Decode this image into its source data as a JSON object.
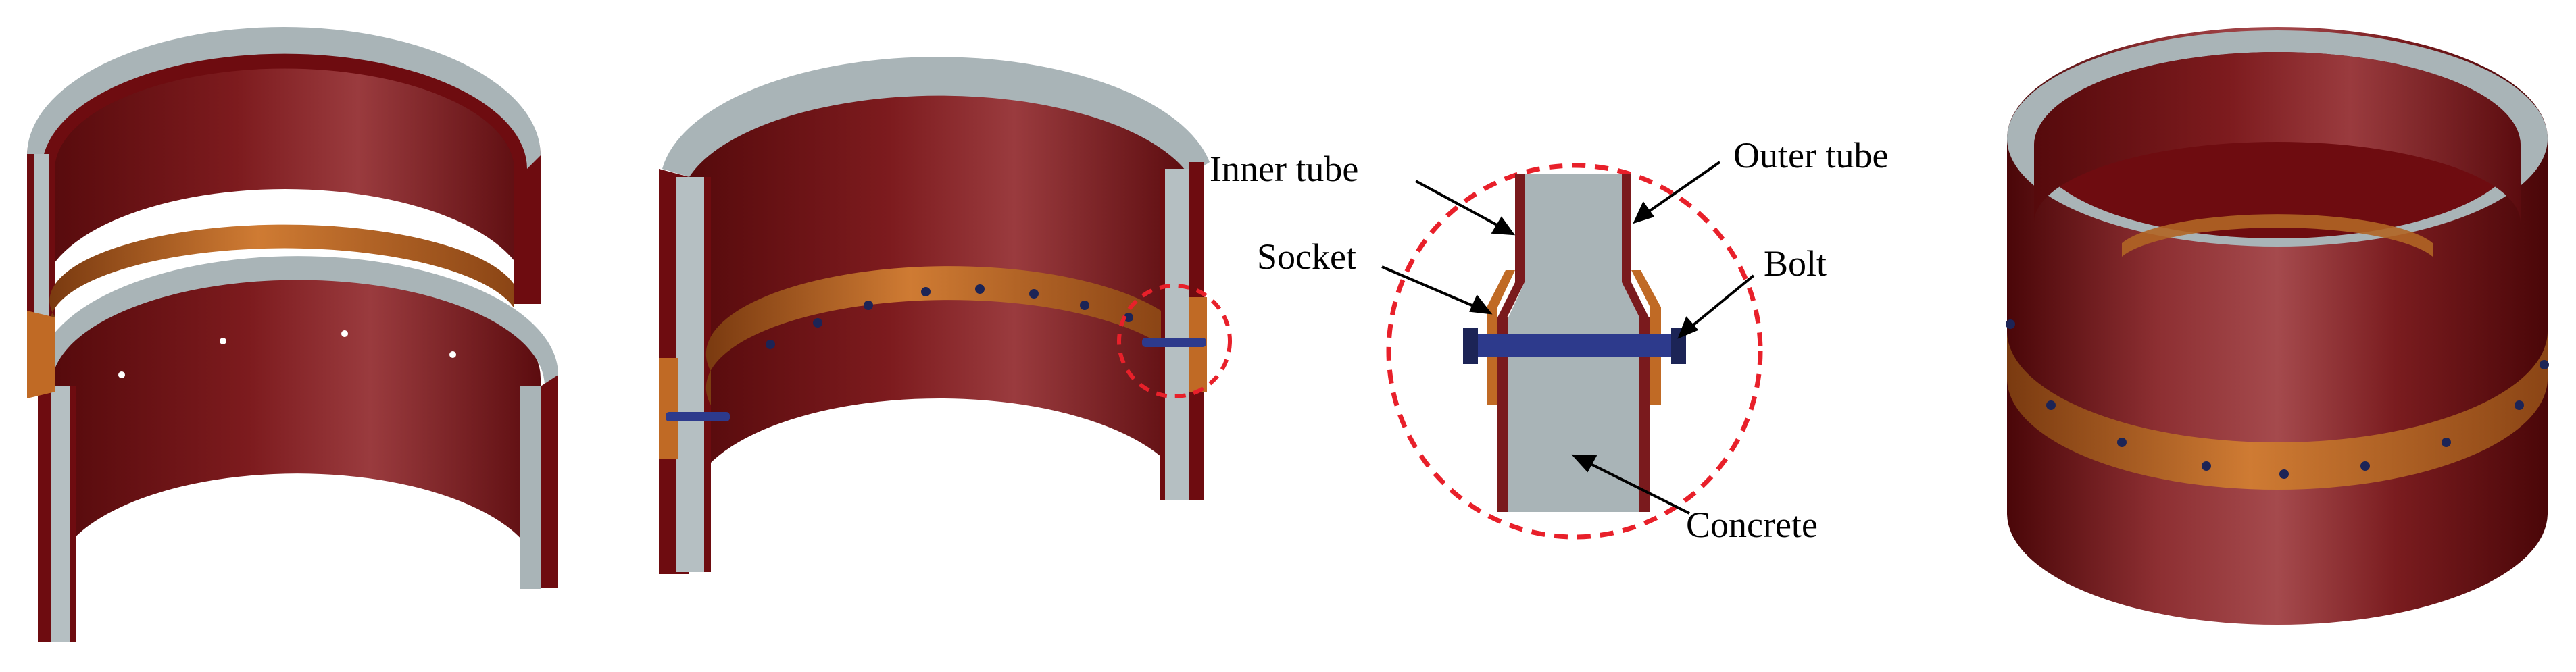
{
  "labels": {
    "inner_tube": "Inner tube",
    "outer_tube": "Outer tube",
    "socket": "Socket",
    "bolt": "Bolt",
    "concrete": "Concrete"
  },
  "colors": {
    "steel_tube": "#6e0c10",
    "steel_tube_dark": "#4e0709",
    "steel_highlight": "#a04548",
    "concrete": "#a9b4b7",
    "concrete_light": "#c3ccce",
    "socket": "#c06a25",
    "socket_dark": "#8a4616",
    "bolt": "#2d3a8c",
    "bolt_head": "#1c2456",
    "detail_circle": "#e8202a"
  }
}
